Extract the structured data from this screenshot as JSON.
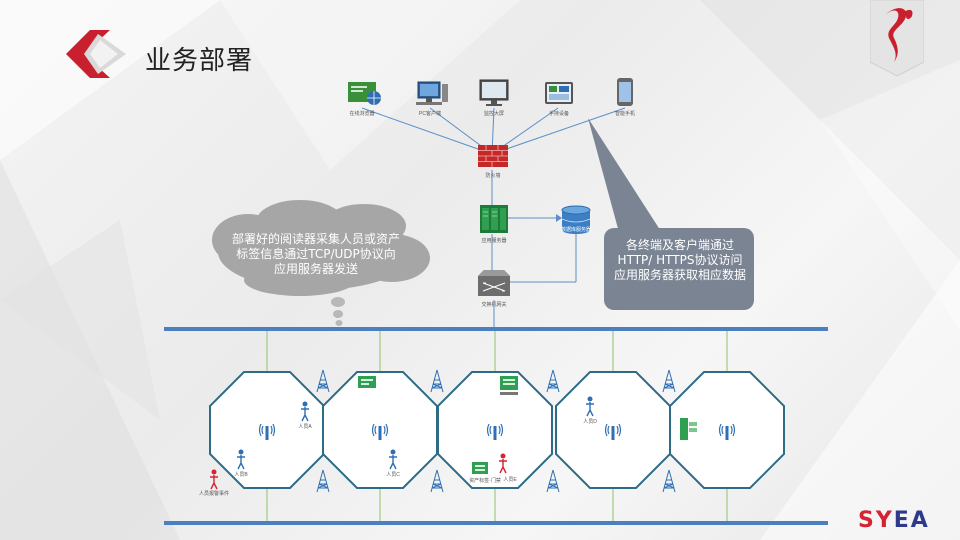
{
  "slide_title": "业务部署",
  "devices_top": [
    {
      "label": "在线浏览器",
      "icon": "browser-icon"
    },
    {
      "label": "PC客户端",
      "icon": "desktop-pc-icon"
    },
    {
      "label": "监控大屏",
      "icon": "monitor-icon"
    },
    {
      "label": "手持设备",
      "icon": "tablet-icon"
    },
    {
      "label": "智能手机",
      "icon": "smartphone-icon"
    }
  ],
  "firewall_label": "防火墙",
  "server_label": "应用服务器",
  "database_label": "数据库服务器",
  "switch_label": "交换机网关",
  "cloud_text": "部署好的阅读器采集人员或资产标签信息通过TCP/UDP协议向应用服务器发送",
  "callout_text": "各终端及客户端通过HTTP/ HTTPS协议访问应用服务器获取相应数据",
  "person_labels": [
    "人员A",
    "人员B",
    "人员C",
    "人员D",
    "人员E"
  ],
  "alert_person_label": "人员报警事件",
  "asset_label": "资产标签·门禁",
  "brand": {
    "part1": "SY",
    "part2": "EA"
  },
  "colors": {
    "accent_red": "#c8202e",
    "line_blue": "#5b8fc8",
    "bus_blue": "#4a80bf",
    "callout_grey": "#7b8493"
  }
}
